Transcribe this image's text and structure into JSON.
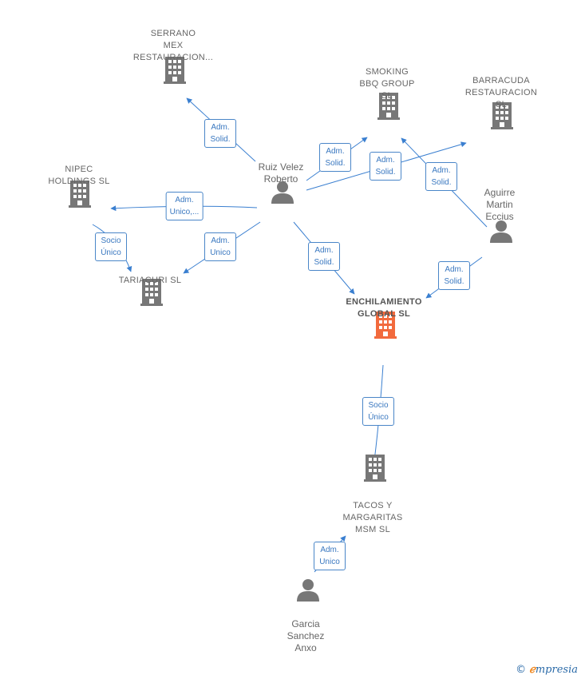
{
  "colors": {
    "edge": "#3a7fd0",
    "company": "#777777",
    "main_company": "#f26a3d",
    "person": "#777777"
  },
  "nodes": {
    "serrano": {
      "label": "SERRANO\nMEX\nRESTAURACION...",
      "type": "company"
    },
    "smoking": {
      "label": "SMOKING\nBBQ GROUP\nSL",
      "type": "company"
    },
    "barracuda": {
      "label": "BARRACUDA\nRESTAURACION\nSL",
      "type": "company"
    },
    "nipec": {
      "label": "NIPEC\nHOLDINGS  SL",
      "type": "company"
    },
    "ruiz": {
      "label": "Ruiz Velez\nRoberto",
      "type": "person"
    },
    "aguirre": {
      "label": "Aguirre\nMartin\nEccius",
      "type": "person"
    },
    "tariacuri": {
      "label": "TARIACURI  SL",
      "type": "company"
    },
    "enchilamiento": {
      "label": "ENCHILAMIENTO\nGLOBAL  SL",
      "type": "main_company"
    },
    "tacos": {
      "label": "TACOS Y\nMARGARITAS\nMSM  SL",
      "type": "company"
    },
    "garcia": {
      "label": "Garcia\nSanchez\nAnxo",
      "type": "person"
    }
  },
  "edges": [
    {
      "from": "ruiz",
      "to": "serrano",
      "label": "Adm.\nSolid."
    },
    {
      "from": "ruiz",
      "to": "smoking",
      "label": "Adm.\nSolid."
    },
    {
      "from": "ruiz",
      "to": "barracuda",
      "label": "Adm.\nSolid."
    },
    {
      "from": "ruiz",
      "to": "nipec",
      "label": "Adm.\nUnico,..."
    },
    {
      "from": "ruiz",
      "to": "tariacuri",
      "label": "Adm.\nUnico"
    },
    {
      "from": "ruiz",
      "to": "enchilamiento",
      "label": "Adm.\nSolid."
    },
    {
      "from": "nipec",
      "to": "tariacuri",
      "label": "Socio\nÚnico"
    },
    {
      "from": "aguirre",
      "to": "smoking",
      "label": "Adm.\nSolid."
    },
    {
      "from": "aguirre",
      "to": "enchilamiento",
      "label": "Adm.\nSolid."
    },
    {
      "from": "enchilamiento",
      "to": "tacos",
      "label": "Socio\nÚnico"
    },
    {
      "from": "garcia",
      "to": "tacos",
      "label": "Adm.\nUnico"
    }
  ],
  "brand": {
    "copyright": "©",
    "name_first": "ℯ",
    "name_rest": "mpresia"
  }
}
